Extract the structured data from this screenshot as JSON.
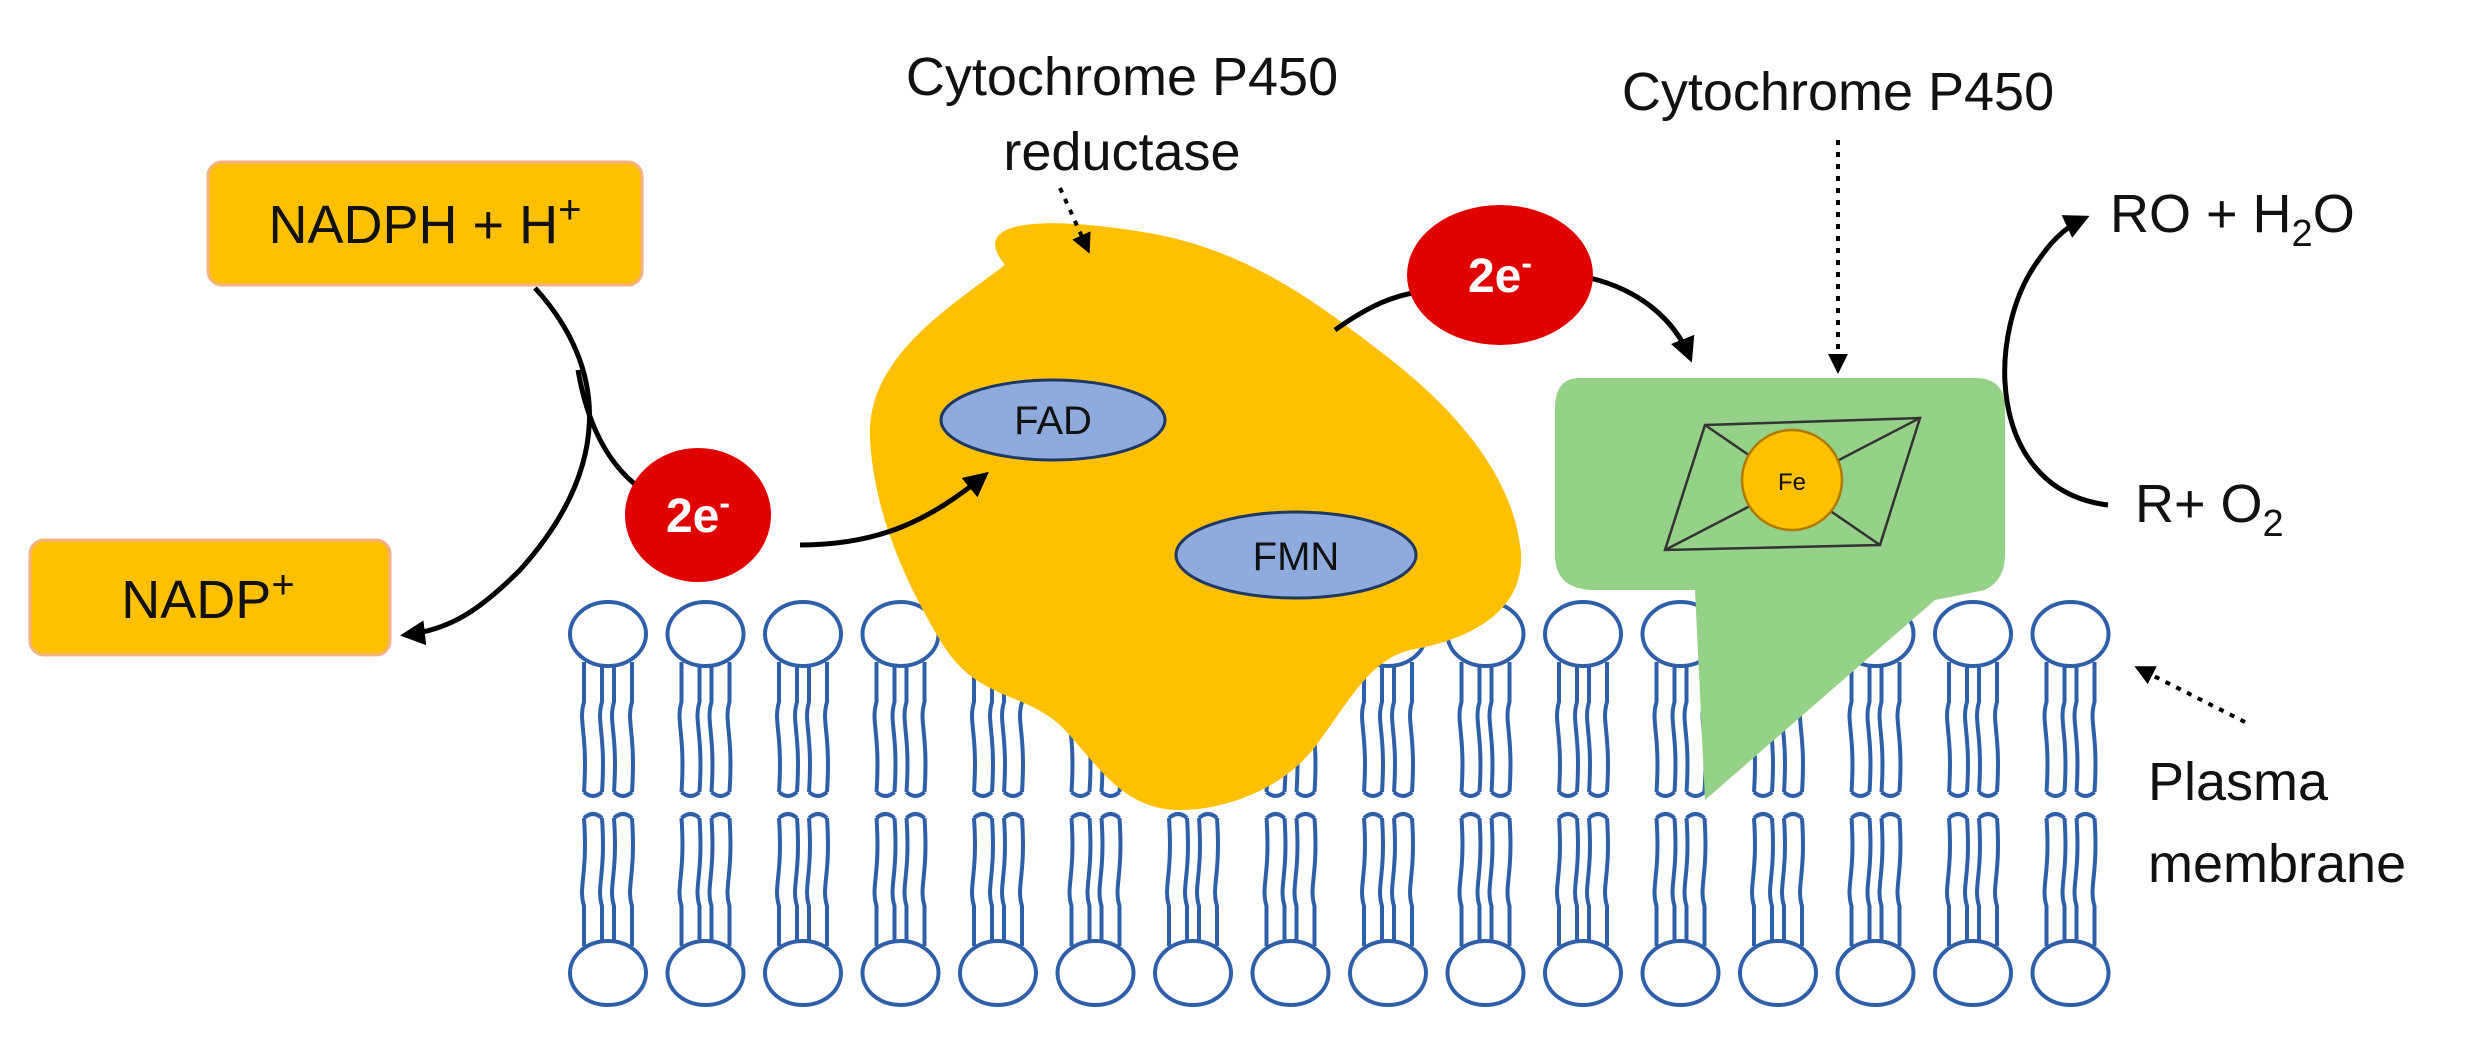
{
  "labels": {
    "reductase_line1": "Cytochrome P450",
    "reductase_line2": "reductase",
    "p450": "Cytochrome P450",
    "membrane_line1": "Plasma",
    "membrane_line2": "membrane"
  },
  "molecules": {
    "nadph_base": "NADPH + H",
    "nadph_sup": "+",
    "nadp_base": "NADP",
    "nadp_sup": "+",
    "ro_a": "RO + H",
    "ro_sub": "2",
    "ro_b": "O",
    "r_a": "R+ O",
    "r_sub": "2"
  },
  "electrons": {
    "left_base": "2e",
    "left_sup": "-",
    "top_base": "2e",
    "top_sup": "-"
  },
  "cofactors": {
    "fad": "FAD",
    "fmn": "FMN",
    "fe": "Fe"
  },
  "colors": {
    "orange": "#FFC000",
    "orange_border": "#F4B183",
    "red": "#E00000",
    "green": "#95D287",
    "cofactor_blue": "#8FAADC",
    "membrane_blue": "#2F5FA8"
  }
}
